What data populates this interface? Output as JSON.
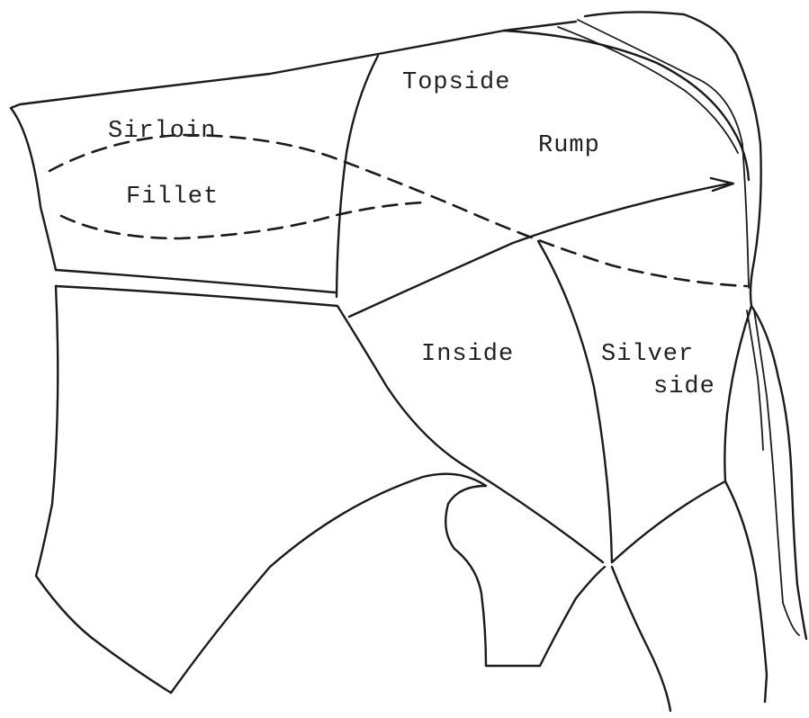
{
  "diagram": {
    "labels": {
      "sirloin": "Sirloin",
      "fillet": "Fillet",
      "topside": "Topside",
      "rump": "Rump",
      "inside": "Inside",
      "silverside_line1": "Silver",
      "silverside_line2": "side"
    },
    "colors": {
      "ink": "#1b1b1b",
      "paper": "#ffffff"
    }
  }
}
